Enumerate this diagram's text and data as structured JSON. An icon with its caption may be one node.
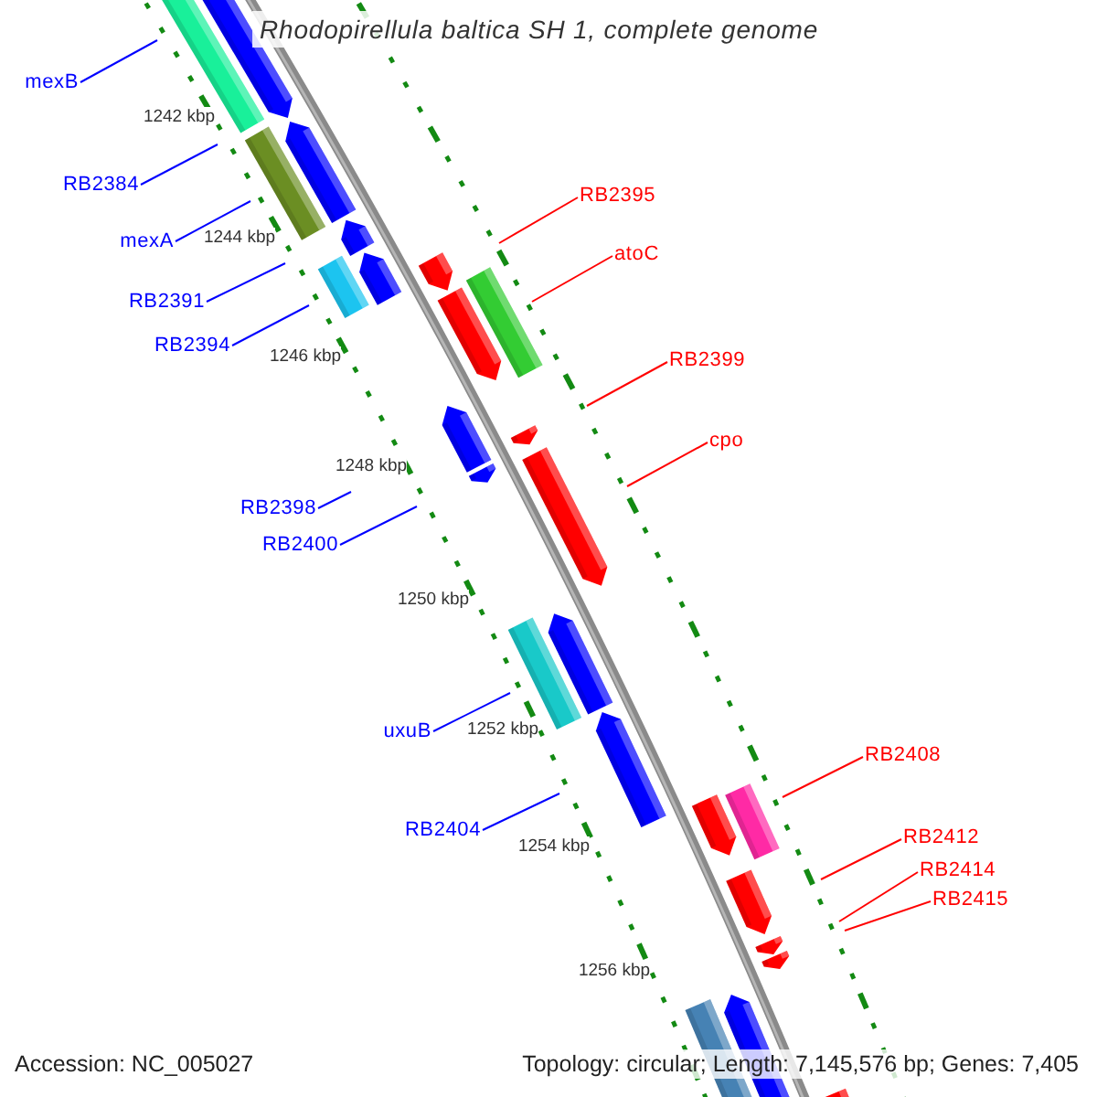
{
  "diagram": {
    "title": "Rhodopirellula baltica SH 1, complete genome",
    "nodes": [
      {
        "text": [
          "mexB"
        ]
      },
      {
        "text": [
          "RB2384"
        ]
      },
      {
        "text": [
          "mexA"
        ]
      },
      {
        "text": [
          "RB2391"
        ]
      },
      {
        "text": [
          "RB2394"
        ]
      },
      {
        "text": [
          "RB2398"
        ]
      },
      {
        "text": [
          "RB2400"
        ]
      },
      {
        "text": [
          "uxuB"
        ]
      },
      {
        "text": [
          "RB2404"
        ]
      },
      {
        "text": [
          "RB2395"
        ]
      },
      {
        "text": [
          "atoC"
        ]
      },
      {
        "text": [
          "RB2399"
        ]
      },
      {
        "text": [
          "cpo"
        ]
      },
      {
        "text": [
          "RB2408"
        ]
      },
      {
        "text": [
          "RB2412"
        ]
      },
      {
        "text": [
          "RB2414"
        ]
      },
      {
        "text": [
          "RB2415"
        ]
      }
    ],
    "edges": [
      {
        "from": 0,
        "to": null,
        "arrow": "none"
      },
      {
        "from": 1,
        "to": null,
        "arrow": "none"
      },
      {
        "from": 2,
        "to": null,
        "arrow": "none"
      },
      {
        "from": 3,
        "to": null,
        "arrow": "none"
      },
      {
        "from": 4,
        "to": null,
        "arrow": "none"
      },
      {
        "from": 5,
        "to": null,
        "arrow": "none"
      },
      {
        "from": 6,
        "to": null,
        "arrow": "none"
      },
      {
        "from": 7,
        "to": null,
        "arrow": "none"
      },
      {
        "from": 8,
        "to": null,
        "arrow": "none"
      },
      {
        "from": 9,
        "to": null,
        "arrow": "none",
        "color": "#ff0000"
      },
      {
        "from": 10,
        "to": null,
        "arrow": "none",
        "color": "#ff0000"
      },
      {
        "from": 11,
        "to": null,
        "arrow": "none",
        "color": "#ff0000"
      },
      {
        "from": 12,
        "to": null,
        "arrow": "none",
        "color": "#ff0000"
      },
      {
        "from": 13,
        "to": null,
        "arrow": "none",
        "color": "#ff0000"
      },
      {
        "from": 14,
        "to": null,
        "arrow": "none",
        "color": "#ff0000"
      },
      {
        "from": 15,
        "to": null,
        "arrow": "none",
        "color": "#ff0000"
      },
      {
        "from": 16,
        "to": null,
        "arrow": "none",
        "color": "#ff0000"
      }
    ],
    "labels": [
      "1242 kbp",
      "1244 kbp",
      "1246 kbp",
      "1248 kbp",
      "1250 kbp",
      "1252 kbp",
      "1254 kbp",
      "1256 kbp",
      "Accession: NC_005027",
      "Topology: circular; Length: 7,145,576 bp; Genes: 7,405"
    ]
  }
}
